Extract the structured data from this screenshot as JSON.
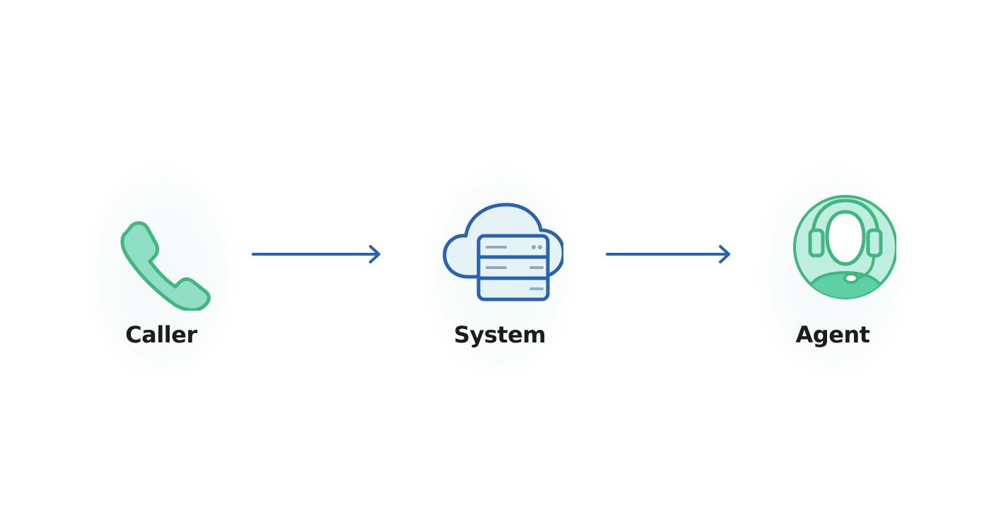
{
  "colors": {
    "green_stroke": "#3fb77e",
    "green_fill": "#8fdec5",
    "blue_stroke": "#2a63ad",
    "blue_fill": "#e6f3f6",
    "arrow": "#2a63ad",
    "label_text": "#1c1c1c"
  },
  "nodes": [
    {
      "label": "Caller",
      "icon": "phone-icon"
    },
    {
      "label": "System",
      "icon": "cloud-server-icon"
    },
    {
      "label": "Agent",
      "icon": "headset-agent-icon"
    }
  ],
  "connectors": [
    {
      "from": "Caller",
      "to": "System"
    },
    {
      "from": "System",
      "to": "Agent"
    }
  ]
}
